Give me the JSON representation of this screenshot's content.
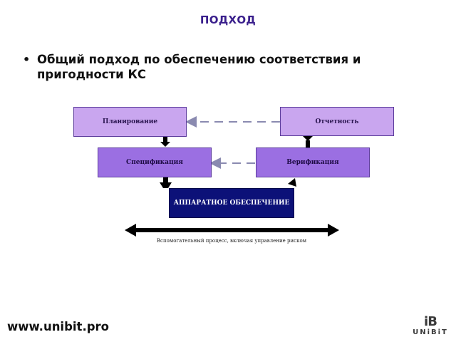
{
  "slide": {
    "title": "ПОДХОД",
    "bullet": "Общий подход по обеспечению соответствия и пригодности КС"
  },
  "diagram": {
    "boxes": {
      "planning": "Планирование",
      "reporting": "Отчетность",
      "specification": "Спецификация",
      "verification": "Верификация",
      "hardware": "АППАРАТНОЕ ОБЕСПЕЧЕНИЕ"
    },
    "support_process_caption": "Вспомогательный процесс, включая управление риском",
    "colors": {
      "light_box": "#c9a6ef",
      "medium_box": "#9b6fe2",
      "dark_box": "#0c1178",
      "arrow": "#000000",
      "dashed_arrow": "#8a8ab0"
    }
  },
  "footer": {
    "website": "www.unibit.pro",
    "logo_mark": "iB",
    "logo_text": "UNiBiT"
  }
}
